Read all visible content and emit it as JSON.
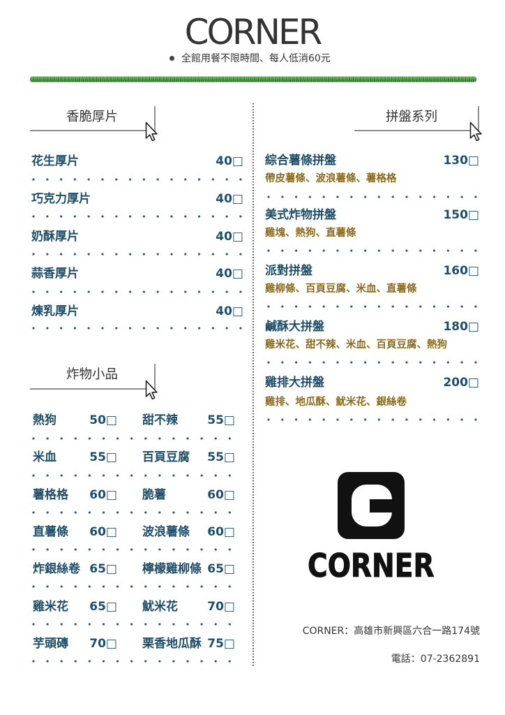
{
  "header": {
    "title": "CORNER",
    "notice": "全館用餐不限時間、每人低消60元"
  },
  "thick_toast": {
    "title": "香脆厚片",
    "items": [
      {
        "name": "花生厚片",
        "price": "40□"
      },
      {
        "name": "巧克力厚片",
        "price": "40□"
      },
      {
        "name": "奶酥厚片",
        "price": "40□"
      },
      {
        "name": "蒜香厚片",
        "price": "40□"
      },
      {
        "name": "煉乳厚片",
        "price": "40□"
      }
    ]
  },
  "fried_snacks": {
    "title": "炸物小品",
    "rows": [
      [
        {
          "name": "熱狗",
          "price": "50□"
        },
        {
          "name": "甜不辣",
          "price": "55□"
        }
      ],
      [
        {
          "name": "米血",
          "price": "55□"
        },
        {
          "name": "百頁豆腐",
          "price": "55□"
        }
      ],
      [
        {
          "name": "薯格格",
          "price": "60□"
        },
        {
          "name": "脆薯",
          "price": "60□"
        }
      ],
      [
        {
          "name": "直薯條",
          "price": "60□"
        },
        {
          "name": "波浪薯條",
          "price": "60□"
        }
      ],
      [
        {
          "name": "炸銀絲卷",
          "price": "65□"
        },
        {
          "name": "檸檬雞柳條",
          "price": "65□"
        }
      ],
      [
        {
          "name": "雞米花",
          "price": "65□"
        },
        {
          "name": "魷米花",
          "price": "70□"
        }
      ],
      [
        {
          "name": "芋頭磚",
          "price": "70□"
        },
        {
          "name": "栗香地瓜酥",
          "price": "75□"
        }
      ]
    ]
  },
  "platters": {
    "title": "拼盤系列",
    "items": [
      {
        "name": "綜合薯條拼盤",
        "price": "130□",
        "contents": "帶皮薯條、波浪薯條、薯格格"
      },
      {
        "name": "美式炸物拼盤",
        "price": "150□",
        "contents": "雞塊、熱狗、直薯條"
      },
      {
        "name": "派對拼盤",
        "price": "160□",
        "contents": "雞柳條、百頁豆腐、米血、直薯條"
      },
      {
        "name": "鹹酥大拼盤",
        "price": "180□",
        "contents": "雞米花、甜不辣、米血、百頁豆腐、熱狗"
      },
      {
        "name": "雞排大拼盤",
        "price": "200□",
        "contents": "雞排、地瓜酥、魷米花、銀絲卷"
      }
    ]
  },
  "logo": {
    "wordmark": "CORNER"
  },
  "footer": {
    "address": "CORNER：高雄市新興區六合一路174號",
    "phone": "電話：07-2362891"
  },
  "icons": {
    "section_marker": "mouse-pointer-icon",
    "logo_mark": "c-logo-icon",
    "notice_bullet": "bullet-dot-icon"
  },
  "colors": {
    "heading_text": "#333333",
    "item_text": "#1f4e69",
    "contents_text": "#8c6a1c",
    "divider_green": "#3f8f3a",
    "dots": "#2e5c72",
    "logo": "#111111"
  }
}
